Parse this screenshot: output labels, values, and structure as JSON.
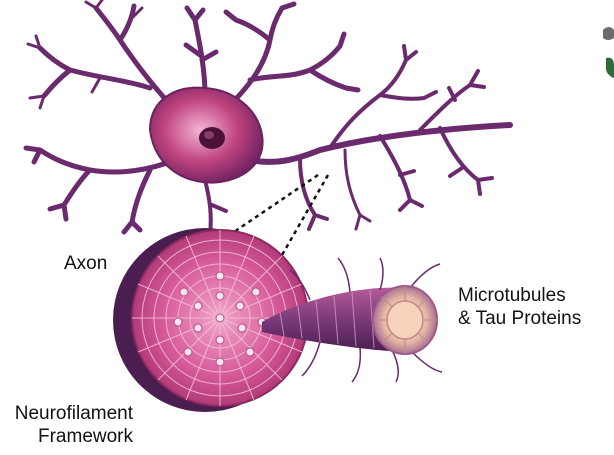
{
  "labels": {
    "axon": "Axon",
    "microtubules_line1": "Microtubules",
    "microtubules_line2": "& Tau Proteins",
    "neurofilament_line1": "Neurofilament",
    "neurofilament_line2": "Framework"
  },
  "colors": {
    "neuron_body": "#c0437e",
    "dendrite": "#6b2a6e",
    "axon_cross_section": "#d65a9a",
    "microtubule": "#e6b9a6",
    "leader_line": "#111111"
  }
}
